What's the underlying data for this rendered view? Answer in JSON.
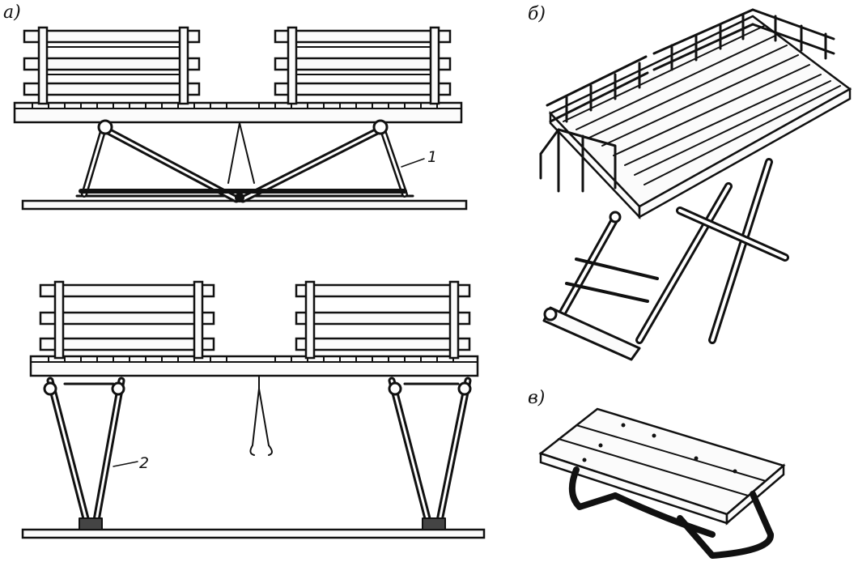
{
  "labels": {
    "panel_a": "а)",
    "panel_b": "б)",
    "panel_c": "в)",
    "callout_1": "1",
    "callout_2": "2"
  },
  "colors": {
    "ink": "#111111",
    "paper": "#ffffff"
  }
}
